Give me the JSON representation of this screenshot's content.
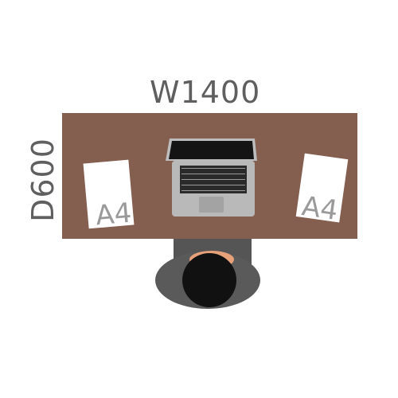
{
  "dimensions": {
    "width_label": "W1400",
    "depth_label": "D600"
  },
  "papers": {
    "left_label": "A4",
    "right_label": "A4"
  },
  "colors": {
    "desk": "#845e4f",
    "chair": "#555555",
    "chair_seat": "#5a5a5a",
    "laptop_body": "#b9b9b9",
    "laptop_screen": "#141414",
    "keyboard": "#2a2a2a",
    "hair": "#111111",
    "skin": "#e8a27a",
    "paper": "#ffffff",
    "paper_text": "#9a9a9a",
    "dimension_text": "#5f5f5f"
  },
  "icons": {
    "laptop": "laptop-icon",
    "person": "person-top-view-icon",
    "chair": "office-chair-icon"
  }
}
